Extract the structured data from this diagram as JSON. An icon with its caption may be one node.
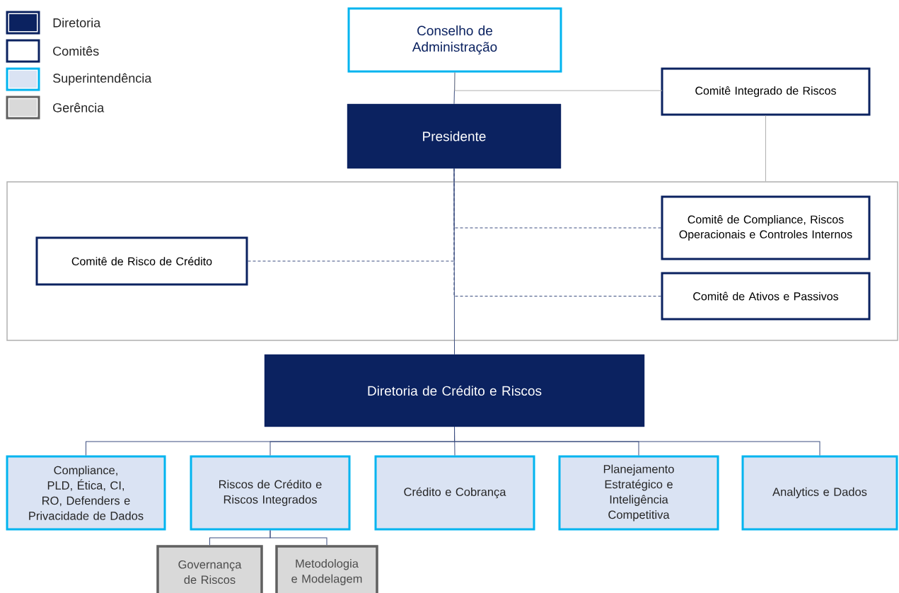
{
  "diagram": {
    "nodes": [
      {
        "text": [
          "Conselho de Administração"
        ]
      },
      {
        "text": [
          "Comitê Integrado de Riscos"
        ]
      },
      {
        "text": [
          "Presidente"
        ]
      },
      {
        "text": [],
        "shape": "box"
      },
      {
        "text": [
          "Comitê de Risco de Crédito"
        ],
        "in": 3
      },
      {
        "text": [
          "Comitê de Compliance, Riscos Operacionais e Controles Internos"
        ],
        "in": 3
      },
      {
        "text": [
          "Comitê de Ativos e Passivos"
        ],
        "in": 3
      },
      {
        "text": [
          "Diretoria de Crédito e Riscos"
        ]
      },
      {
        "text": [
          "Compliance, PLD, Ética, CI, RO, Defenders e Privacidade de Dados"
        ]
      },
      {
        "text": [
          "Riscos de Crédito e Riscos Integrados"
        ]
      },
      {
        "text": [
          "Crédito e Cobrança"
        ]
      },
      {
        "text": [
          "Planejamento Estratégico e Inteligência Competitiva"
        ]
      },
      {
        "text": [
          "Analytics e Dados"
        ]
      },
      {
        "text": [
          "Governança de Riscos"
        ]
      },
      {
        "text": [
          "Metodologia e Modelagem"
        ]
      }
    ],
    "edges": [
      {
        "from": 0,
        "to": 2,
        "arrow": "none"
      },
      {
        "from": 1,
        "to": 0,
        "arrow": "none",
        "color": "#b0b0b0"
      },
      {
        "from": 1,
        "to": 3,
        "arrow": "none",
        "color": "#b0b0b0"
      },
      {
        "from": 2,
        "to": 7,
        "arrow": "none"
      },
      {
        "from": 4,
        "to": 2,
        "arrow": "none",
        "style": "dashed"
      },
      {
        "from": 5,
        "to": 2,
        "arrow": "none",
        "style": "dashed"
      },
      {
        "from": 6,
        "to": 2,
        "arrow": "none",
        "style": "dashed"
      },
      {
        "from": 7,
        "to": 8,
        "arrow": "none"
      },
      {
        "from": 7,
        "to": 9,
        "arrow": "none"
      },
      {
        "from": 7,
        "to": 10,
        "arrow": "none"
      },
      {
        "from": 7,
        "to": 11,
        "arrow": "none"
      },
      {
        "from": 7,
        "to": 12,
        "arrow": "none"
      },
      {
        "from": 9,
        "to": 13,
        "arrow": "none"
      },
      {
        "from": 9,
        "to": 14,
        "arrow": "none"
      }
    ],
    "legend": [
      {
        "text": "Diretoria",
        "color": "#0b2260"
      },
      {
        "text": "Comitês",
        "color": "#ffffff"
      },
      {
        "text": "Superintendência",
        "color": "#dae3f3"
      },
      {
        "text": "Gerência",
        "color": "#d9d9d9"
      }
    ]
  }
}
